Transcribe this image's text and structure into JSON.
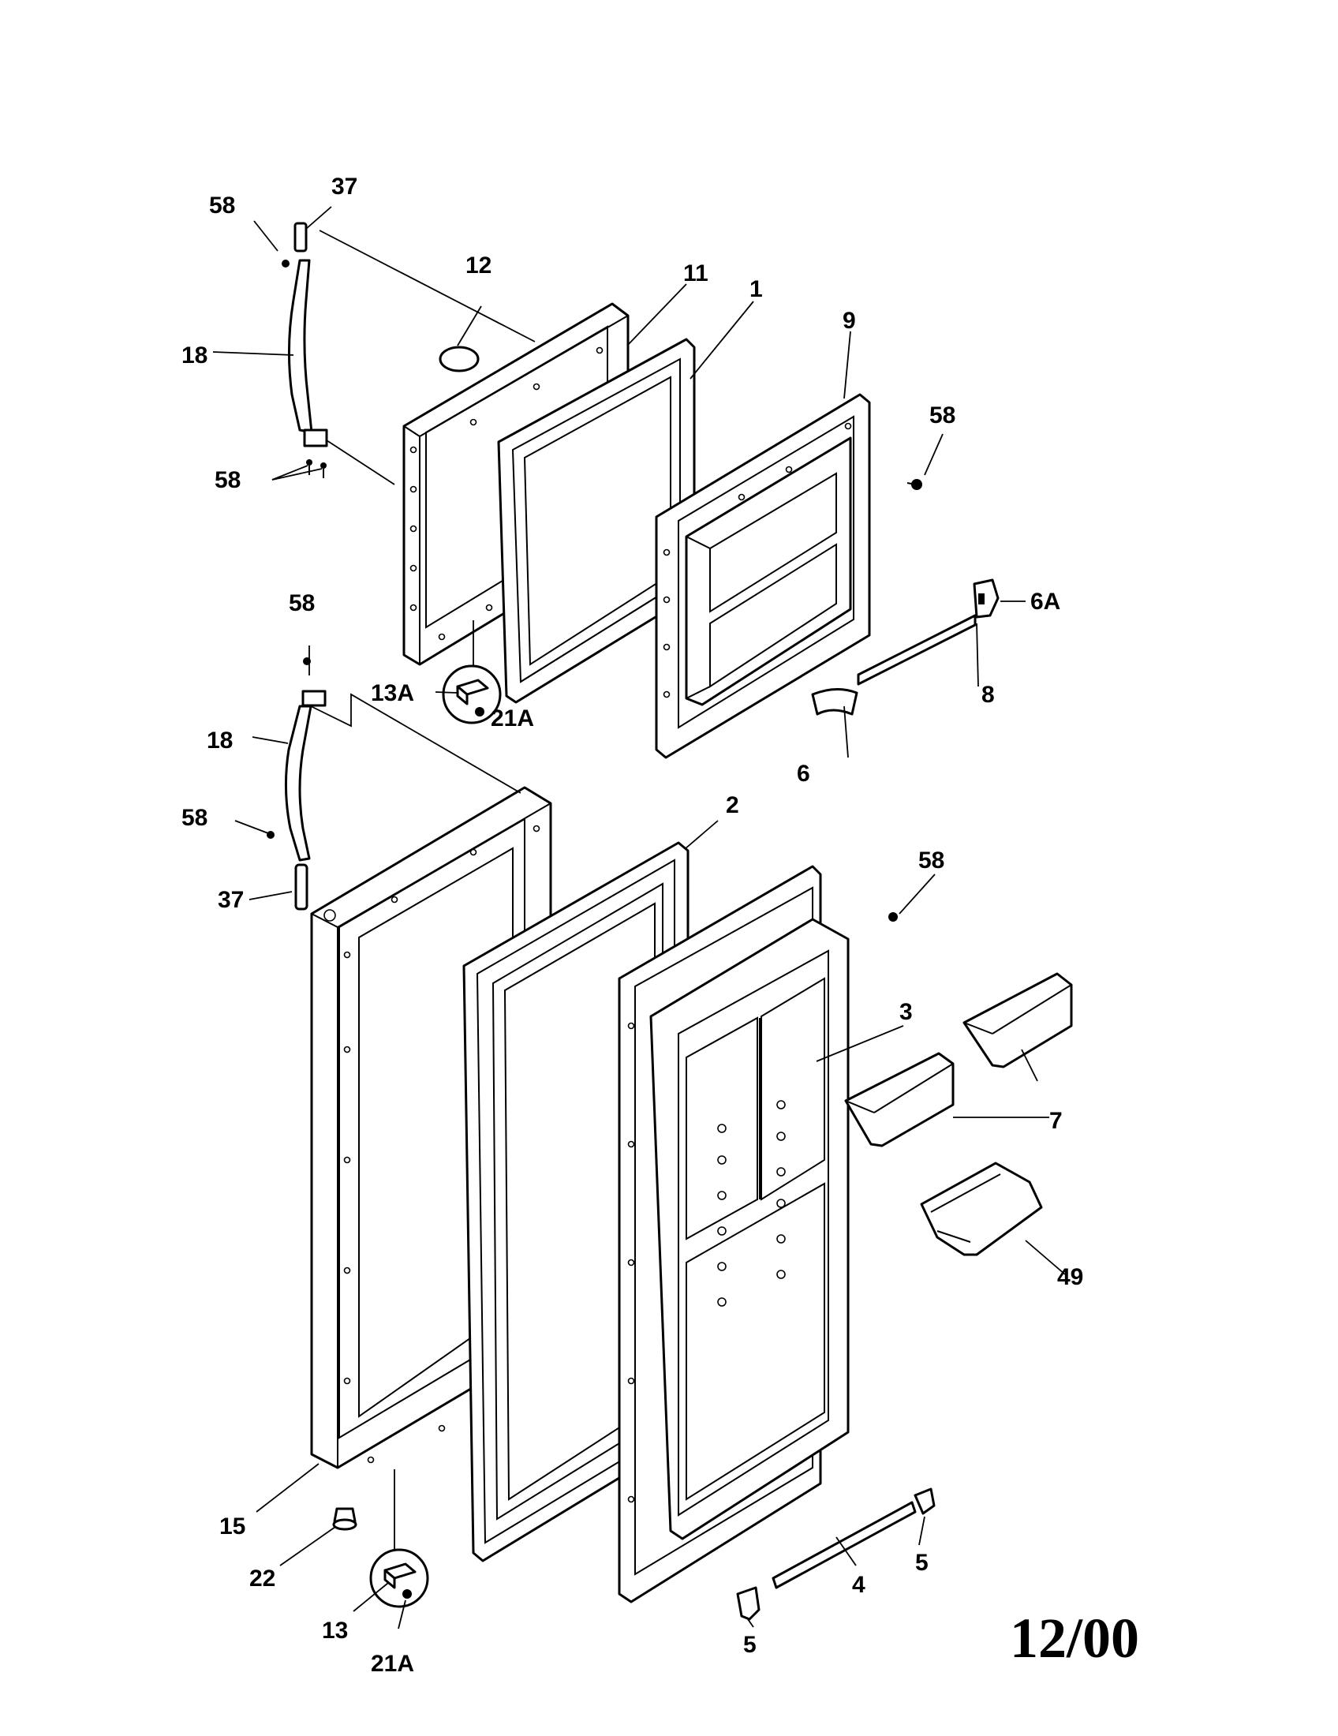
{
  "callouts": {
    "c1": "1",
    "c2": "2",
    "c3": "3",
    "c4": "4",
    "c5a": "5",
    "c5b": "5",
    "c6": "6",
    "c6a": "6A",
    "c7": "7",
    "c8": "8",
    "c9": "9",
    "c11": "11",
    "c12": "12",
    "c13": "13",
    "c13a": "13A",
    "c15": "15",
    "c18a": "18",
    "c18b": "18",
    "c21a_upper": "21A",
    "c21a_lower": "21A",
    "c22": "22",
    "c37a": "37",
    "c37b": "37",
    "c49": "49",
    "c58a": "58",
    "c58b": "58",
    "c58c": "58",
    "c58d": "58",
    "c58e": "58",
    "c58f": "58"
  },
  "date_stamp": "12/00"
}
